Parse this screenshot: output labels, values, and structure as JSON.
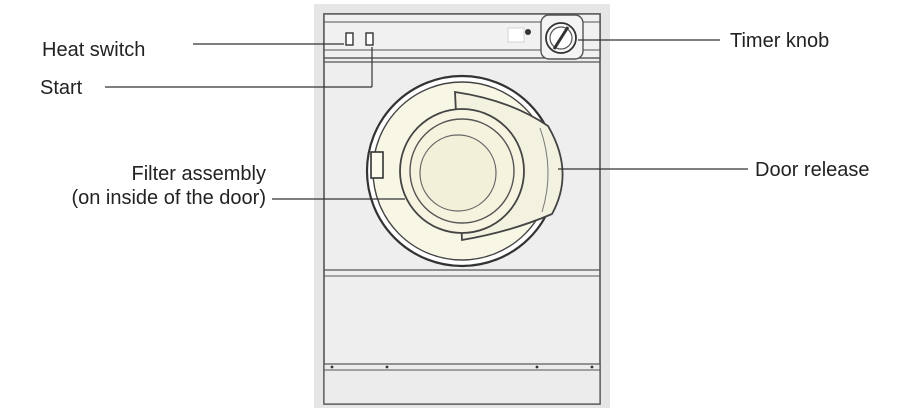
{
  "labels": {
    "heat_switch": "Heat switch",
    "start": "Start",
    "filter_line1": "Filter assembly",
    "filter_line2": "(on inside of the door)",
    "timer_knob": "Timer knob",
    "door_release": "Door release"
  },
  "colors": {
    "line": "#333333",
    "machine_bg": "#eeeeee",
    "machine_outline": "#555555",
    "door_fill": "#f8f7e6",
    "door_inner": "#f4f2dc",
    "backdrop": "#e6e6e6"
  },
  "icons": {
    "timer_knob": "dial-knob-icon",
    "heat_switch": "rocker-switch-icon",
    "start": "push-button-icon"
  }
}
